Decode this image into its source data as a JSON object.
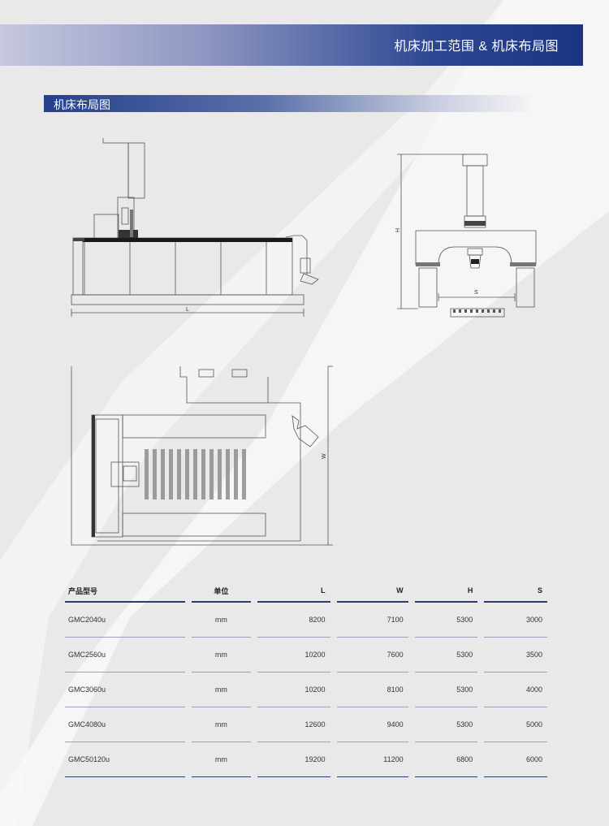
{
  "header": {
    "title": "机床加工范围 & 机床布局图"
  },
  "section": {
    "title": "机床布局图"
  },
  "drawings": {
    "side_view": {
      "dimension_label": "L"
    },
    "front_view": {
      "height_label": "H",
      "span_label": "S"
    },
    "top_view": {
      "width_label": "W"
    }
  },
  "table": {
    "headers": [
      "产品型号",
      "单位",
      "L",
      "W",
      "H",
      "S"
    ],
    "rows": [
      [
        "GMC2040u",
        "mm",
        "8200",
        "7100",
        "5300",
        "3000"
      ],
      [
        "GMC2560u",
        "mm",
        "10200",
        "7600",
        "5300",
        "3500"
      ],
      [
        "GMC3060u",
        "mm",
        "10200",
        "8100",
        "5300",
        "4000"
      ],
      [
        "GMC4080u",
        "mm",
        "12600",
        "9400",
        "5300",
        "5000"
      ],
      [
        "GMC50120u",
        "mm",
        "19200",
        "11200",
        "6800",
        "6000"
      ]
    ]
  }
}
